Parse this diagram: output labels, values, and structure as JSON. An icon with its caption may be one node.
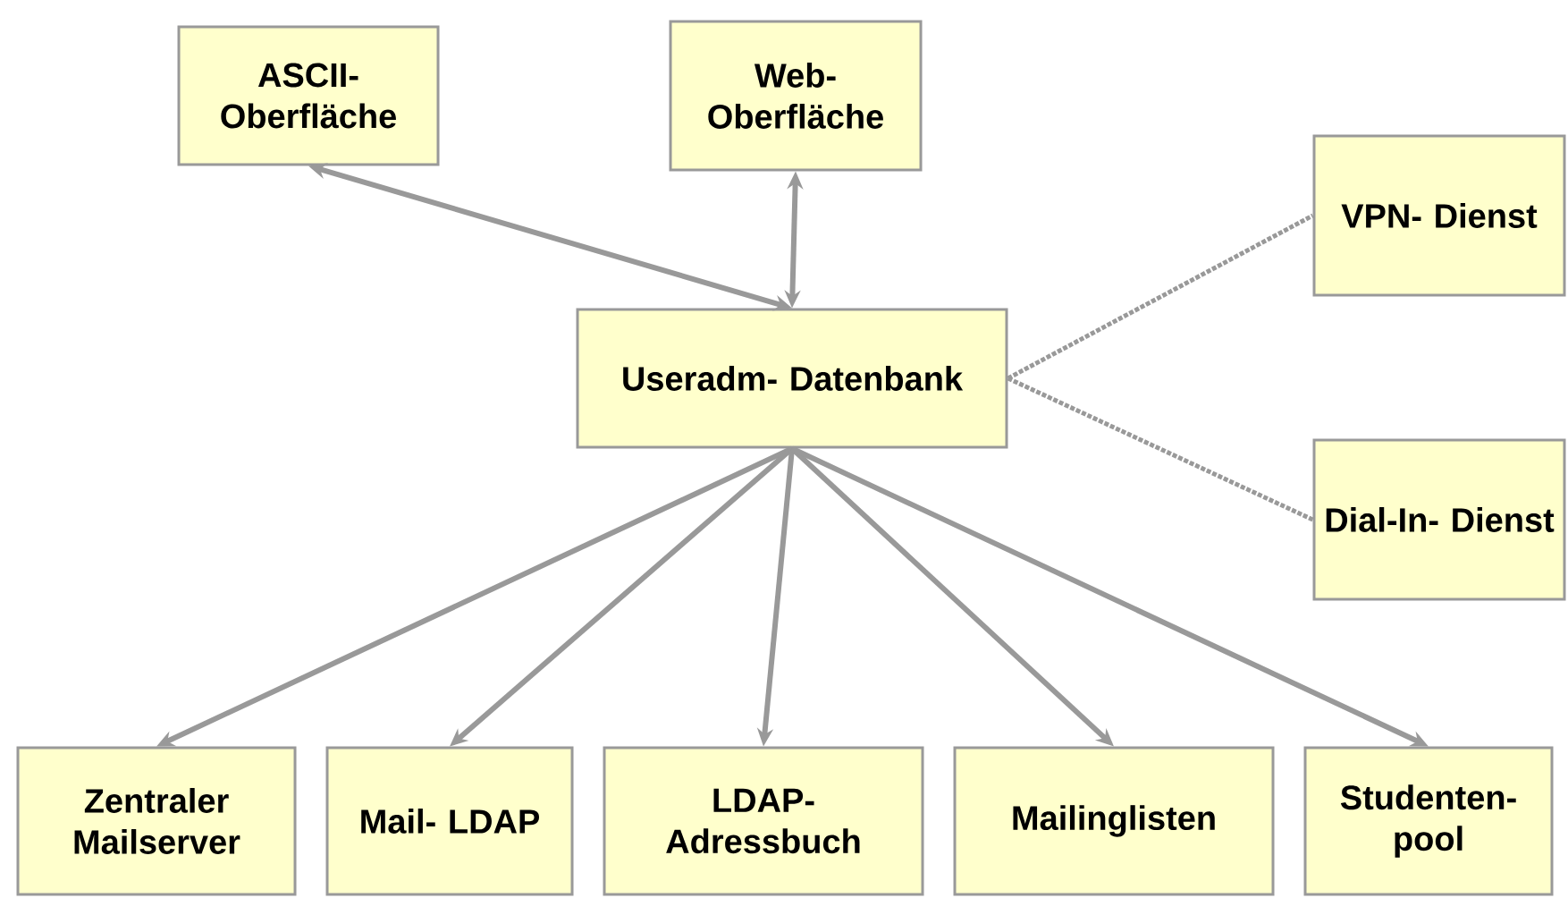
{
  "diagram": {
    "nodes": [
      {
        "text": [
          "ASCII- Oberfläche"
        ]
      },
      {
        "text": [
          "Web- Oberfläche"
        ]
      },
      {
        "text": [
          "VPN- Dienst"
        ]
      },
      {
        "text": [
          "Useradm- Datenbank"
        ]
      },
      {
        "text": [
          "Dial-In- Dienst"
        ]
      },
      {
        "text": [
          "Zentraler Mailserver"
        ]
      },
      {
        "text": [
          "Mail- LDAP"
        ]
      },
      {
        "text": [
          "LDAP- Adressbuch"
        ]
      },
      {
        "text": [
          "Mailinglisten"
        ]
      },
      {
        "text": [
          "Studenten- pool"
        ]
      }
    ],
    "edges": [
      {
        "from": 3,
        "to": 0,
        "arrow": "both"
      },
      {
        "from": 3,
        "to": 1,
        "arrow": "both"
      },
      {
        "from": 3,
        "to": 2,
        "arrow": "none",
        "style": "dashed"
      },
      {
        "from": 3,
        "to": 4,
        "arrow": "none",
        "style": "dashed"
      },
      {
        "from": 3,
        "to": 5,
        "arrow": "to"
      },
      {
        "from": 3,
        "to": 6,
        "arrow": "to"
      },
      {
        "from": 3,
        "to": 7,
        "arrow": "to"
      },
      {
        "from": 3,
        "to": 8,
        "arrow": "to"
      },
      {
        "from": 3,
        "to": 9,
        "arrow": "to"
      }
    ]
  }
}
